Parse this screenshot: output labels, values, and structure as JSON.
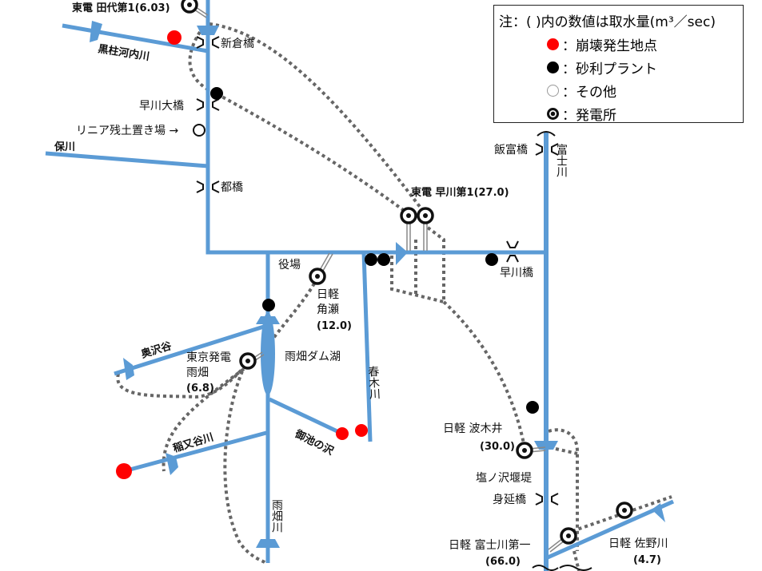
{
  "legend": {
    "note": "注：( )内の数値は取水量(m³／sec)",
    "items": [
      {
        "symbol": "red-dot",
        "color": "#ff0000",
        "label": "：崩壊発生地点"
      },
      {
        "symbol": "black-dot",
        "color": "#000000",
        "label": "：砂利プラント"
      },
      {
        "symbol": "white-dot",
        "color": "#ffffff",
        "label": "：その他"
      },
      {
        "symbol": "power-station",
        "color": "#000000",
        "label": "：発電所"
      }
    ]
  },
  "rivers": {
    "kurobashira": "黒柱河内川",
    "hokawa": "保川",
    "okusawa": "奥沢谷",
    "inamata": "稲又谷川",
    "miike": "御池の沢",
    "haruki": "春木川",
    "amahata": "雨畑川",
    "fuji": "富士川",
    "lake": "雨畑ダム湖"
  },
  "bridges": {
    "shinkura": "新倉橋",
    "hayakawa_ohashi": "早川大橋",
    "miyako": "都橋",
    "ifutomi": "飯富橋",
    "hayakawa": "早川橋",
    "minobu": "身延橋"
  },
  "places": {
    "linear_soil": "リニア残土置き場 →",
    "yakuba": "役場",
    "shionosawa": "塩ノ沢堰堤"
  },
  "plants": {
    "tashiro": "東電 田代第1(6.03)",
    "hayakawa1": "東電 早川第1(27.0)",
    "tsunose": [
      "日軽",
      "角瀬",
      "(12.0)"
    ],
    "amahata": [
      "東京発電",
      "雨畑",
      "(6.8)"
    ],
    "hakii": [
      "日軽 波木井",
      "(30.0)"
    ],
    "fujikawa1": [
      "日軽 富士川第一",
      "(66.0)"
    ],
    "sanogawa": [
      "日軽 佐野川",
      "(4.7)"
    ]
  },
  "colors": {
    "river": "#5b9bd5",
    "collapse": "#ff0000",
    "gravel": "#000000",
    "conduit": "#666666"
  }
}
